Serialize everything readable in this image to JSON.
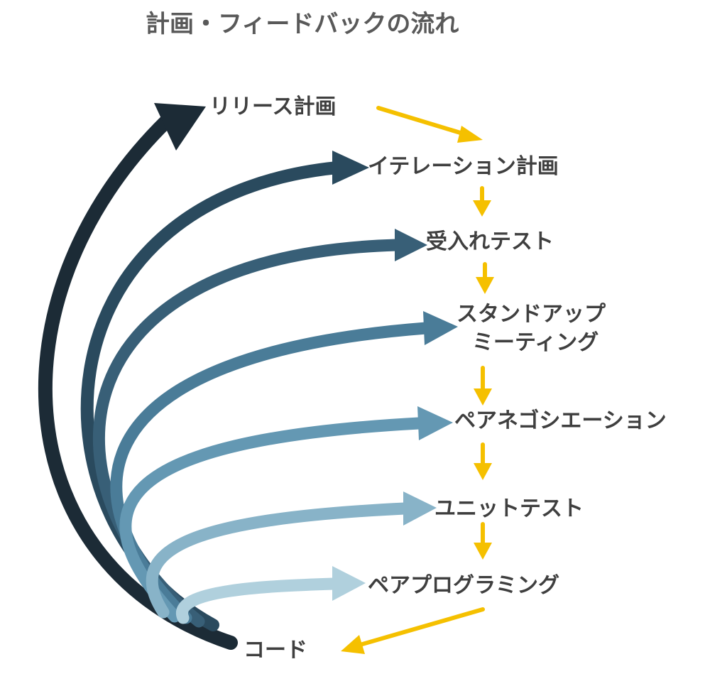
{
  "title": "計画・フィードバックの流れ",
  "stages": [
    {
      "lines": [
        "リリース計画"
      ]
    },
    {
      "lines": [
        "イテレーション計画"
      ]
    },
    {
      "lines": [
        "受入れテスト"
      ]
    },
    {
      "lines": [
        "スタンドアップ",
        "ミーティング"
      ]
    },
    {
      "lines": [
        "ペアネゴシエーション"
      ]
    },
    {
      "lines": [
        "ユニットテスト"
      ]
    },
    {
      "lines": [
        "ペアプログラミング"
      ]
    },
    {
      "lines": [
        "コード"
      ]
    }
  ],
  "colors": {
    "flow_arrow": "#f5c000",
    "label_text": "#3f3f3f",
    "title_text": "#595959",
    "feedback_loops": [
      "#1c2b36",
      "#2a4a5e",
      "#385f77",
      "#4a7c98",
      "#6498b3",
      "#88b3c8",
      "#b0d0dd"
    ]
  }
}
